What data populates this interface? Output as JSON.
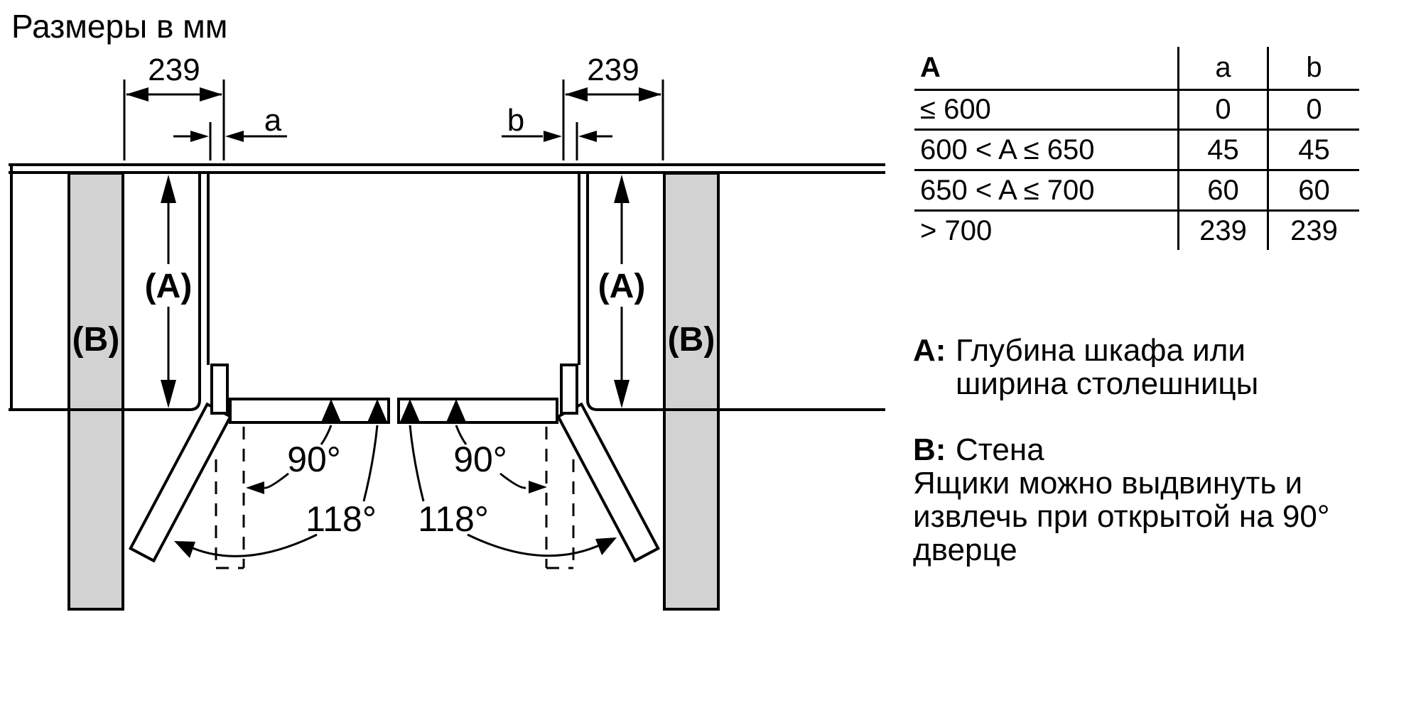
{
  "title": "Размеры в мм",
  "diagram": {
    "dim_side": "239",
    "gap_a": "a",
    "gap_b": "b",
    "label_cabinet": "(A)",
    "label_wall": "(B)",
    "angle_90": "90°",
    "angle_118": "118°",
    "colors": {
      "line": "#000000",
      "wall_fill": "#d2d2d2"
    }
  },
  "table": {
    "header": {
      "col1": "A",
      "col2": "a",
      "col3": "b"
    },
    "rows": [
      {
        "range": "≤ 600",
        "a": "0",
        "b": "0"
      },
      {
        "range": "600 < A ≤ 650",
        "a": "45",
        "b": "45"
      },
      {
        "range": "650 < A ≤ 700",
        "a": "60",
        "b": "60"
      },
      {
        "range": "> 700",
        "a": "239",
        "b": "239"
      }
    ]
  },
  "legend": {
    "a_label": "A:",
    "a_line1": "Глубина шкафа или",
    "a_line2": "ширина столешницы",
    "b_label": "B:",
    "b_text": "Стена",
    "note_line1": "Ящики можно выдвинуть и",
    "note_line2": "извлечь при открытой на 90°",
    "note_line3": "дверце"
  }
}
